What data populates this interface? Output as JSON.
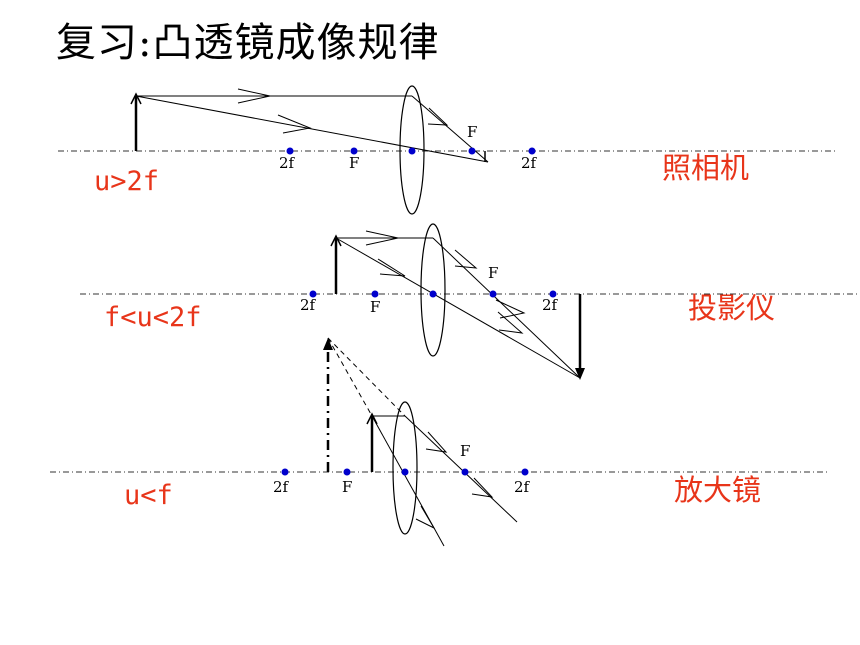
{
  "title": "复习:凸透镜成像规律",
  "colors": {
    "red": "#e8351a",
    "blue": "#0000cc",
    "line": "#000000"
  },
  "rows": [
    {
      "condition": "u>2f",
      "use": "照相机",
      "labels": {
        "two_f_left": "2f",
        "f_left": "F",
        "f_right": "F",
        "two_f_right": "2f"
      }
    },
    {
      "condition": "f<u<2f",
      "use": "投影仪",
      "labels": {
        "two_f_left": "2f",
        "f_left": "F",
        "f_right": "F",
        "two_f_right": "2f"
      }
    },
    {
      "condition": "u<f",
      "use": "放大镜",
      "labels": {
        "two_f_left": "2f",
        "f_left": "F",
        "f_right": "F",
        "two_f_right": "2f"
      }
    }
  ]
}
